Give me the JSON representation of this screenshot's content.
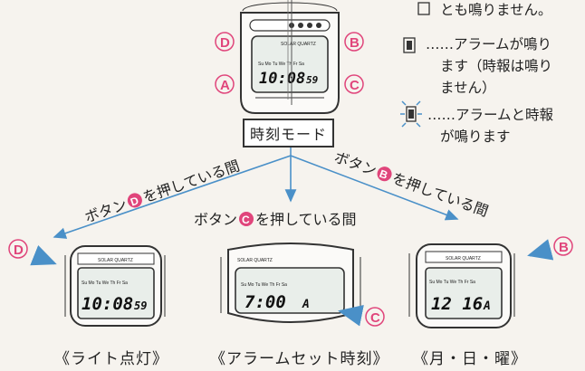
{
  "legend": {
    "line0": "とも鳴りません。",
    "line1": "……アラームが鳴り",
    "line2": "ます（時報は鳴り",
    "line3": "ません）",
    "line4": "……アラームと時報",
    "line5": "が鳴ります"
  },
  "mode_box": "時刻モード",
  "arrows": {
    "left": "ボタン",
    "left_btn": "D",
    "left_tail": "を押している間",
    "center": "ボタン",
    "center_btn": "C",
    "center_tail": "を押している間",
    "right": "ボタン",
    "right_btn": "B",
    "right_tail": "を押している間"
  },
  "watch_top": {
    "time": "10:08",
    "seconds": "59",
    "brand": "SOLAR QUARTZ",
    "days": "Su Mo Tu We Th Fr Sa",
    "buttons": [
      "D",
      "B",
      "A",
      "C"
    ]
  },
  "watch_left": {
    "time": "10:08",
    "seconds": "59",
    "brand": "SOLAR QUARTZ",
    "days": "Su Mo Tu We Th Fr Sa",
    "button": "D"
  },
  "watch_mid": {
    "time": "7:00",
    "suffix": "A",
    "brand": "SOLAR QUARTZ",
    "days": "Su Mo Tu We Th Fr Sa",
    "button": "C"
  },
  "watch_right": {
    "time": "12 16",
    "suffix": "A",
    "brand": "SOLAR QUARTZ",
    "days": "Su Mo Tu We Th Fr Sa",
    "button": "B"
  },
  "captions": {
    "left": "《ライト点灯》",
    "mid": "《アラームセット時刻》",
    "right": "《月・日・曜》"
  },
  "colors": {
    "arrow": "#4a90c8",
    "button": "#e0457b"
  }
}
